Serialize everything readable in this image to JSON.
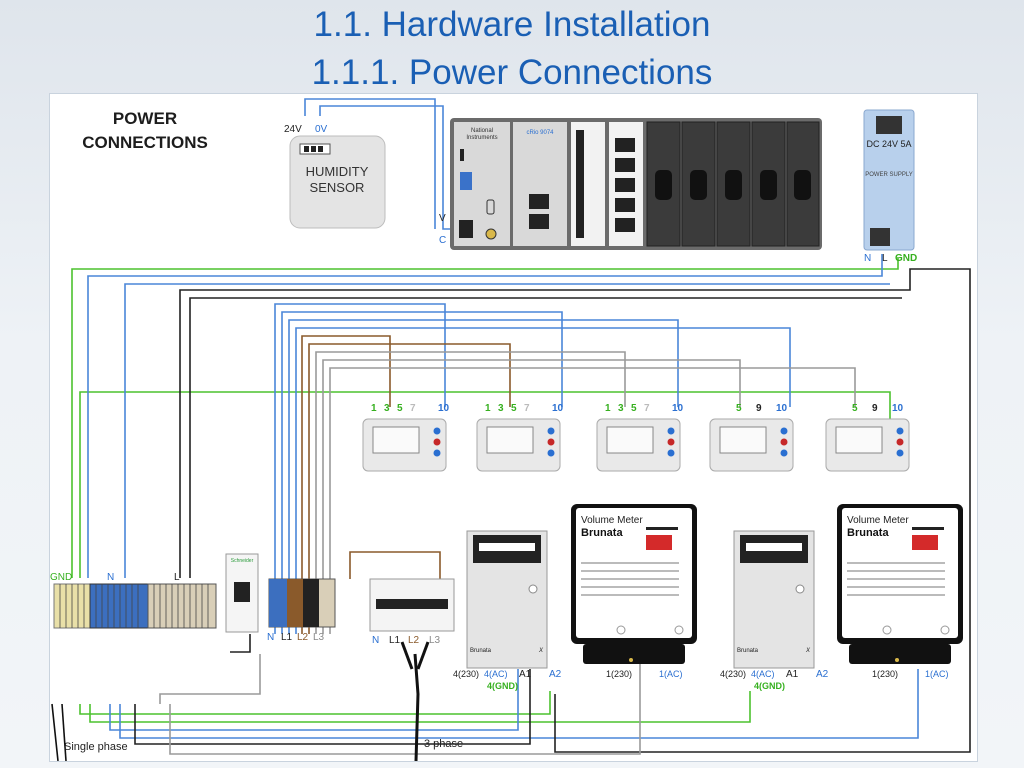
{
  "slide": {
    "title_line1": "1.1. Hardware Installation",
    "title_line2": "1.1.1. Power Connections"
  },
  "diagram": {
    "heading_line1": "POWER",
    "heading_line2": "CONNECTIONS",
    "humidity_sensor": {
      "label_line1": "HUMIDITY",
      "label_line2": "SENSOR",
      "pin_24v": "24V",
      "pin_0v": "0V"
    },
    "crio": {
      "brand_line1": "National",
      "brand_line2": "Instruments",
      "model": "cRio 9074",
      "pin_v": "V",
      "pin_c": "C"
    },
    "power_supply": {
      "label": "DC 24V 5A",
      "sub_label": "POWER SUPPLY",
      "pin_n": "N",
      "pin_l": "L",
      "pin_gnd": "GND"
    },
    "modules": [
      {
        "terminals": [
          "1",
          "3",
          "5",
          "7",
          "10"
        ]
      },
      {
        "terminals": [
          "1",
          "3",
          "5",
          "7",
          "10"
        ]
      },
      {
        "terminals": [
          "1",
          "3",
          "5",
          "7",
          "10"
        ]
      },
      {
        "terminals": [
          "5",
          "9",
          "10"
        ]
      },
      {
        "terminals": [
          "5",
          "9",
          "10"
        ]
      }
    ],
    "terminal_block": {
      "gnd": "GND",
      "n": "N",
      "l": "L",
      "breaker_brand": "Schneider"
    },
    "phase_labels": {
      "n": "N",
      "l1": "L1",
      "l2": "L2",
      "l3": "L3"
    },
    "meters": [
      {
        "brand": "Brunata",
        "x": "X",
        "t4": "4(230)",
        "t4ac": "4(AC)",
        "t4gnd": "4(GND)",
        "a1": "A1",
        "a2": "A2"
      },
      {
        "brand": "Brunata",
        "x": "X",
        "t4": "4(230)",
        "t4ac": "4(AC)",
        "t4gnd": "4(GND)",
        "a1": "A1",
        "a2": "A2"
      }
    ],
    "volume_meters": [
      {
        "title": "Volume Meter",
        "brand": "Brunata",
        "t1": "1(230)",
        "t1ac": "1(AC)"
      },
      {
        "title": "Volume Meter",
        "brand": "Brunata",
        "t1": "1(230)",
        "t1ac": "1(AC)"
      }
    ],
    "single_phase": "Single phase",
    "three_phase": "3 phase"
  },
  "colors": {
    "title": "#1a5fb4",
    "wire_blue": "#4a86d8",
    "wire_green": "#4cc22f",
    "wire_black": "#222222",
    "wire_gray": "#9a9a9a",
    "wire_brown": "#8a5a2b"
  }
}
